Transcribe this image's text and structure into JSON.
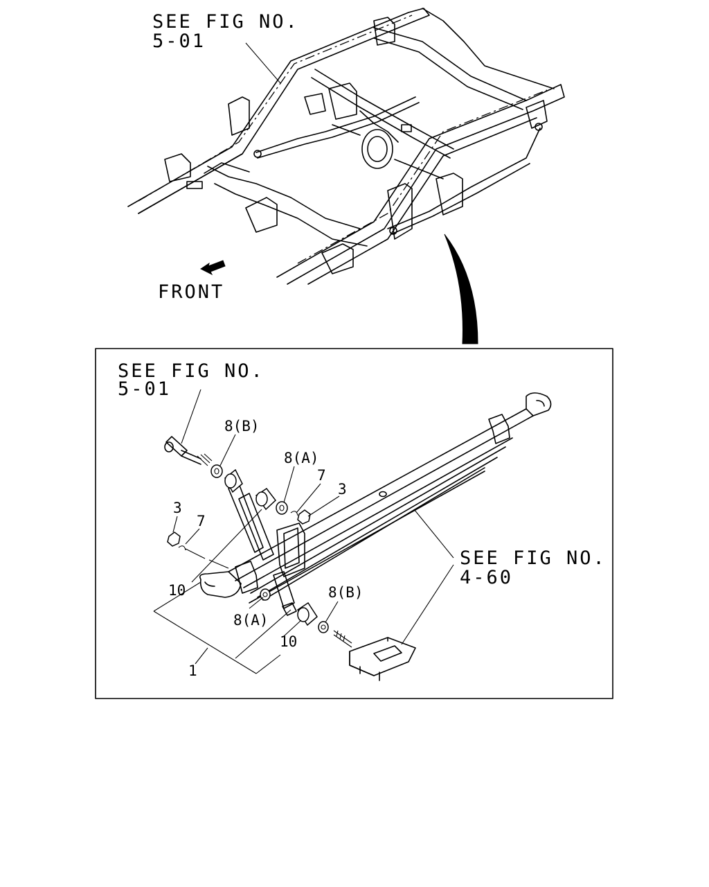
{
  "overview": {
    "see_fig_line1": "SEE FIG NO.",
    "see_fig_line2": "5-01",
    "front_label": "FRONT"
  },
  "detail": {
    "see_fig_frame_line1": "SEE FIG NO.",
    "see_fig_frame_line2": "5-01",
    "see_fig_axle_line1": "SEE FIG NO.",
    "see_fig_axle_line2": "4-60",
    "callouts": {
      "washer_b_top": "8(B)",
      "washer_a_top": "8(A)",
      "pin_7_top": "7",
      "nut_3_top": "3",
      "nut_3_left": "3",
      "pin_7_left": "7",
      "bushing_10_left": "10",
      "washer_a_bottom": "8(A)",
      "washer_b_bottom": "8(B)",
      "bushing_10_bottom": "10",
      "assembly_1": "1"
    }
  }
}
